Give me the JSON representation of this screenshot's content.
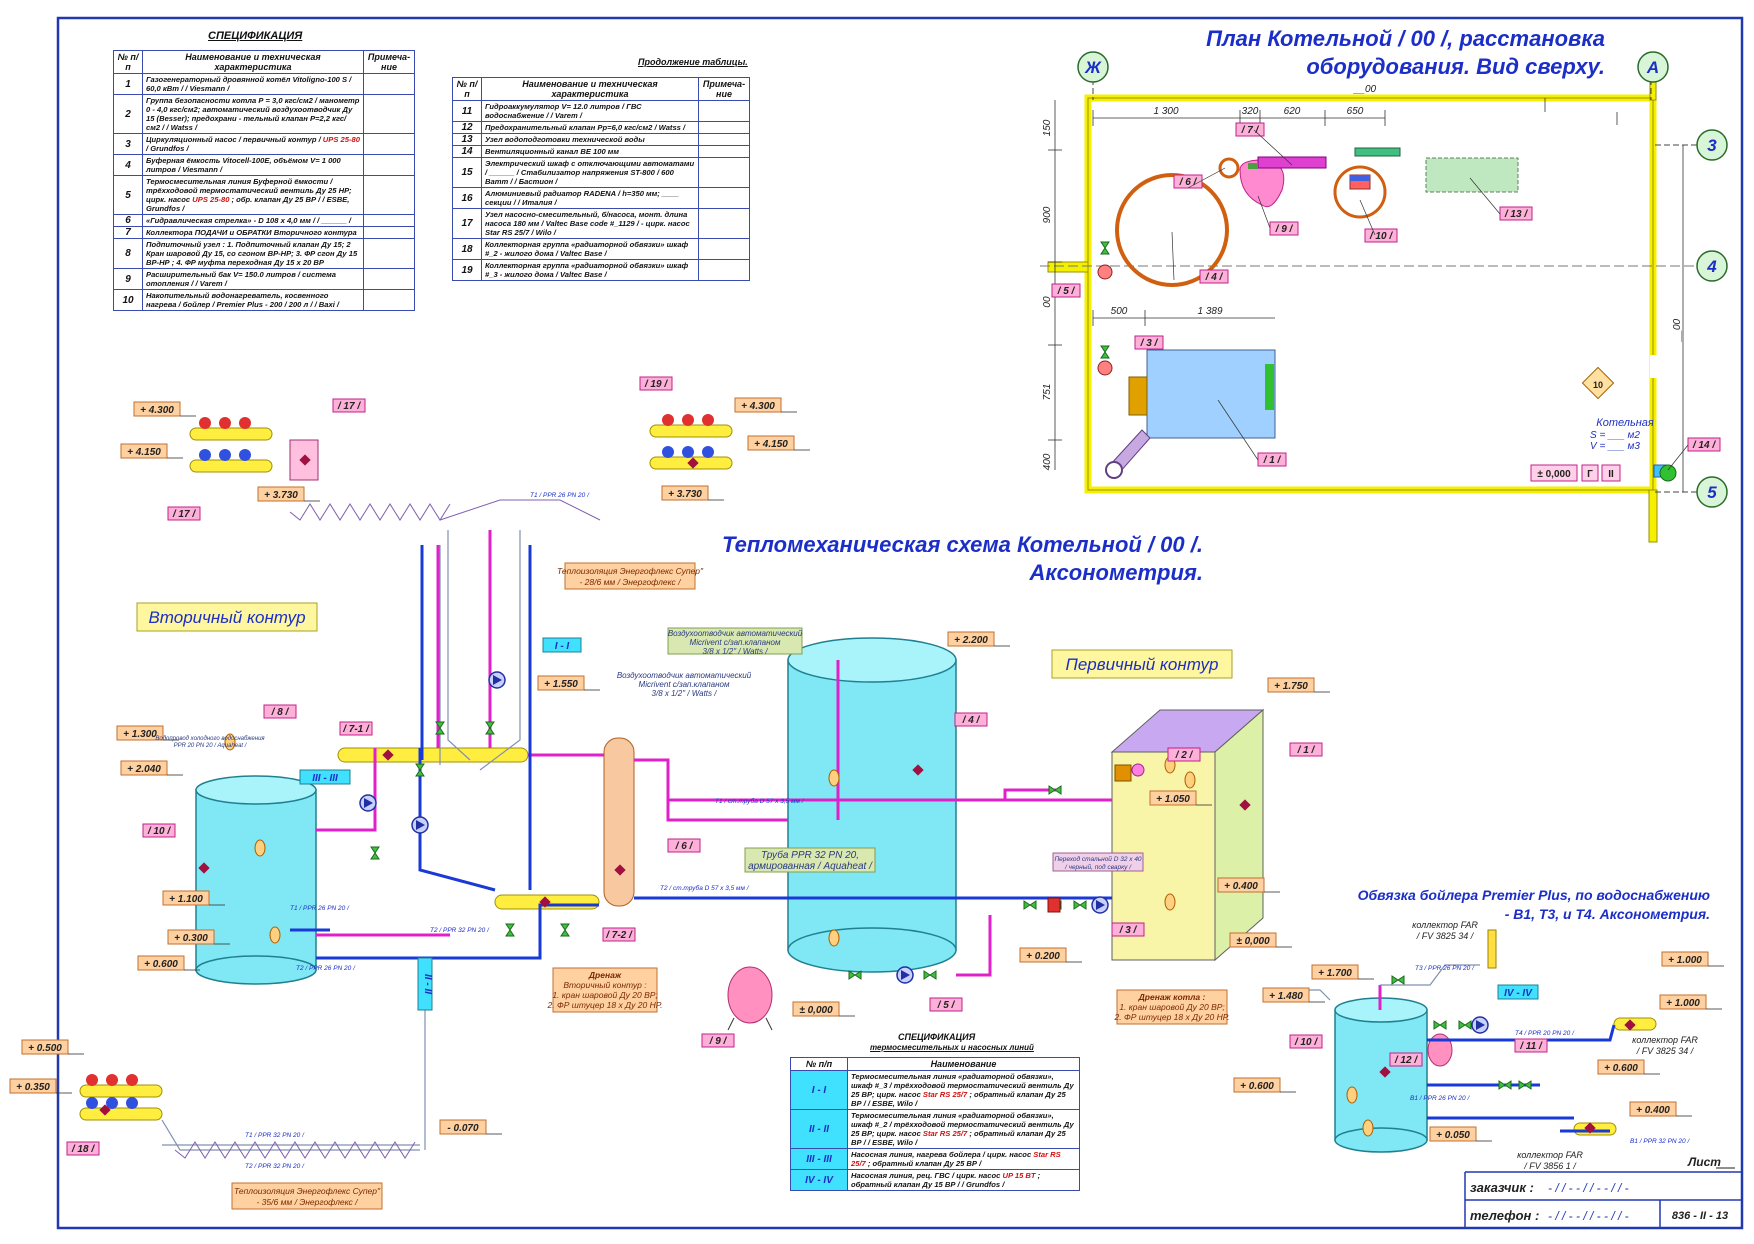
{
  "titles": {
    "plan": [
      "План Котельной / 00 /, расстановка",
      "оборудования. Вид сверху."
    ],
    "scheme": [
      "Тепломеханическая схема Котельной / 00 /.",
      "Аксонометрия."
    ],
    "bind_scheme": [
      "Обвязка бойлера Premier Plus, по водоснабжению",
      "- В1, Т3, и Т4. Аксонометрия."
    ],
    "secondary": "Вторичный контур",
    "primary": "Первичный контур"
  },
  "spec": {
    "title": "СПЕЦИФИКАЦИЯ",
    "h_num": "№ п/п",
    "h_name": "Наименование и техническая характеристика",
    "h_note": "Примеча- ние",
    "rows": [
      {
        "n": "1",
        "t": "Газогенераторный дровянной котёл Vitoligno-100 S / 60,0 кВт / / Viesmann /"
      },
      {
        "n": "2",
        "t": "Группа безопасности котла Р = 3,0 кгс/см2 / манометр 0 - 4,0 кгс/см2; автоматический воздухоотводчик Ду 15 (Besser); предохрани - тельный клапан Р=2,2 кгс/см2 / / Watss /"
      },
      {
        "n": "3",
        "t": "Циркуляционный насос / первичный контур /",
        "r": "UPS 25-80",
        "t2": "/ Grundfos /"
      },
      {
        "n": "4",
        "t": "Буферная ёмкость Vitocell-100E, объёмом V= 1 000 литров / Viesmann /"
      },
      {
        "n": "5",
        "t": "Термосмесительная линия Буферной ёмкости / трёхходовой термостатический вентиль Ду 25 НР; цирк. насос",
        "r": "UPS 25-80",
        "t2": "; обр. клапан Ду 25 ВР / / ESBE, Grundfos /"
      },
      {
        "n": "6",
        "t": "«Гидравлическая стрелка» - D 108 х 4,0 мм / / ______ /"
      },
      {
        "n": "7",
        "t": "Коллектора ПОДАЧИ и ОБРАТКИ Вторичного контура"
      },
      {
        "n": "8",
        "t": "Подпиточный узел : 1. Подпиточный клапан Ду 15; 2 Кран шаровой Ду 15, со сгоном ВР-НР; 3. ФР сгон Ду 15 ВР-НР ; 4. ФР муфта переходная Ду 15 х 20 ВР"
      },
      {
        "n": "9",
        "t": "Расширительный бак V= 150.0 литров / система отопления / / Varem /"
      },
      {
        "n": "10",
        "t": "Накопительный водонагреватель, косвенного нагрева / бойлер / Premier Plus - 200 / 200 л / / Baxi /"
      }
    ]
  },
  "spec2": {
    "title": "Продолжение таблицы.",
    "h_num": "№ п/п",
    "h_name": "Наименование и техническая характеристика",
    "h_note": "Примеча- ние",
    "rows": [
      {
        "n": "11",
        "t": "Гидроаккумулятор V= 12.0 литров / ГВС водоснабжение / / Varem /"
      },
      {
        "n": "12",
        "t": "Предохранительный клапан Pp=6,0 кгс/см2 / Watss /"
      },
      {
        "n": "13",
        "t": "Узел водоподготовки технической воды"
      },
      {
        "n": "14",
        "t": "Вентиляционный канал ВЕ 100 мм"
      },
      {
        "n": "15",
        "t": "Электрический шкаф с отключающими автоматами / ______ / Стабилизатор напряжения ST-800 / 600 Ватт / / Бастион /"
      },
      {
        "n": "16",
        "t": "Алюминиевый радиатор RADENA / h=350 мм; ____ секции / / Италия /"
      },
      {
        "n": "17",
        "t": "Узел насосно-смесительный, б/насоса, монт. длина насоса 180 мм / Valtec Base code #_1129 / - цирк. насос Star RS 25/7 / Wilo /"
      },
      {
        "n": "18",
        "t": "Коллекторная группа «радиаторной обвязки» шкаф #_2 - жилого дома / Valtec Base /"
      },
      {
        "n": "19",
        "t": "Коллекторная группа «радиаторной обвязки» шкаф #_3 - жилого дома / Valtec Base /"
      }
    ]
  },
  "spec3": {
    "title": "СПЕЦИФИКАЦИЯ",
    "subtitle": "термосмесительных и насосных линий",
    "h_num": "№ п/п",
    "h_name": "Наименование",
    "rows": [
      {
        "n": "I - I",
        "t": "Термосмесительная линия «радиаторной обвязки», шкаф #_3 / трёхходовой термостатический вентиль Ду 25 ВР; цирк. насос",
        "r": "Star RS 25/7",
        "t2": "; обратный клапан Ду 25 ВР / / ESBE, Wilo /"
      },
      {
        "n": "II - II",
        "t": "Термосмесительная линия «радиаторной обвязки», шкаф #_2 / трёхходовой термостатический вентиль Ду 25 ВР; цирк. насос",
        "r": "Star RS 25/7",
        "t2": "; обратный клапан Ду 25 ВР / / ESBE, Wilo /"
      },
      {
        "n": "III - III",
        "t": "Насосная линия, нагрева бойлера / цирк. насос",
        "r": "Star RS 25/7",
        "t2": "; обратный клапан Ду 25 ВР /"
      },
      {
        "n": "IV - IV",
        "t": "Насосная линия, рец. ГВС / цирк. насос",
        "r": "UP 15 BT",
        "t2": "; обратный клапан Ду 15 ВР / / Grundfos /"
      }
    ]
  },
  "plan": {
    "axes": [
      "Ж",
      "А",
      "3",
      "4",
      "5"
    ],
    "dims": [
      "1 300",
      "320",
      "620",
      "650",
      "500",
      "1 389",
      "150",
      "900",
      "00",
      "751",
      "400",
      "__00"
    ],
    "tags": [
      "/ 7 /",
      "/ 6 /",
      "/ 9 /",
      "/ 10 /",
      "/ 13 /",
      "/ 4 /",
      "/ 5 /",
      "/ 3 /",
      "/ 1 /",
      "/ 14 /",
      "10"
    ],
    "room": [
      "Котельная",
      "S = ___ м2",
      "V = ___ м3"
    ],
    "level": "± 0,000",
    "lvlG": "Г",
    "lvlII": "II"
  },
  "levels": [
    "+ 4.300",
    "+ 4.150",
    "+ 3.730",
    "+ 4.300",
    "+ 4.150",
    "+ 3.730",
    "+ 1.550",
    "+ 2.200",
    "+ 1.750",
    "+ 1.300",
    "+ 2.040",
    "+ 1.100",
    "+ 0.300",
    "+ 0.600",
    "+ 1.050",
    "+ 0.400",
    "± 0,000",
    "+ 0.200",
    "± 0,000",
    "- 0.070",
    "+ 0.500",
    "+ 0.350",
    "+ 1.700",
    "+ 1.480",
    "+ 1.000",
    "+ 1.000",
    "+ 0.600",
    "+ 0.600",
    "+ 0.400",
    "+ 0.050"
  ],
  "tags": [
    "/ 17 /",
    "/ 17 /",
    "/ 19 /",
    "/ 8 /",
    "/ 7-1 /",
    "/ 10 /",
    "/ 6 /",
    "/ 4 /",
    "/ 7-2 /",
    "/ 2 /",
    "/ 1 /",
    "/ 3 /",
    "/ 5 /",
    "/ 9 /",
    "/ 18 /",
    "/ 10 /",
    "/ 12 /",
    "/ 11 /"
  ],
  "roman": [
    "I - I",
    "III - III",
    "II - II",
    "IV - IV"
  ],
  "notes": {
    "insul1": [
      "Теплоизоляция Энергофлекс Супер\"",
      "- 28/6 мм / Энергофлекс /"
    ],
    "insul2": [
      "Теплоизоляция Энергофлекс Супер\"",
      "- 35/6 мм / Энергофлекс /"
    ],
    "air1": [
      "Воздухоотводчик автоматический",
      "Micrivent с/зап.клапаном",
      "3/8 х 1/2\" / Watts /"
    ],
    "air2": [
      "Воздухоотводчик автоматический",
      "Micrivent с/зап.клапаном",
      "3/8 х 1/2\" / Watts /"
    ],
    "pipe": [
      "Труба PPR 32 PN 20,",
      "армированная / Aquaheat /"
    ],
    "drain1": [
      "Дренаж",
      "Вторичный контур :",
      "1. кран шаровой Ду 20 ВР;",
      "2. ФР штуцер 18 х Ду 20 НР."
    ],
    "drain2": [
      "Дренаж котла :",
      "1. кран шаровой Ду 20 ВР;",
      "2. ФР штуцер 18 х Ду 20 НР."
    ],
    "makeup": [
      "Водопровод холодного водоснабжения",
      "PPR 20 PN 20 / Aquaheat /"
    ],
    "transition": [
      "Переход стальной D 32 х 40",
      "/ черный, под сварку /"
    ],
    "coll1": [
      "коллектор FAR",
      "/ FV 3825 34 /"
    ],
    "coll2": [
      "коллектор FAR",
      "/ FV 3825 34 /"
    ],
    "coll3": [
      "коллектор FAR",
      "/ FV 3856 1 /"
    ]
  },
  "pipes": [
    "T1 / PPR 26 PN 20 /",
    "T1 / ст.труба D 57 х 3,5 мм /",
    "T2 / ст.труба D 57 х 3,5 мм /",
    "T1 / PPR 26 PN 20 /",
    "T2 / PPR 32 PN 20 /",
    "T2 / PPR 26 PN 20 /",
    "T1 / PPR 32 PN 20 /",
    "T2 / PPR 32 PN 20 /",
    "T3 / PPR 26 PN 20 /",
    "T4 / PPR 20 PN 20 /",
    "B1 / PPR 26 PN 20 /",
    "B1 / PPR 32 PN 20 /"
  ],
  "title_block": {
    "sheet": "Лист",
    "customer_lbl": "заказчик :",
    "customer_val": "- / / - - / / - - / / -",
    "phone_lbl": "телефон :",
    "phone_val": "- / / - - / / - - / / -",
    "code": "836 - II - 13"
  },
  "colors": {
    "frame": "#2038b0",
    "title": "#1c2ec8",
    "pipe_blue": "#1a3ad8",
    "pipe_magenta": "#e020c8",
    "tank": "#7fe8f4",
    "tag": "#ffb0d8",
    "level": "#ffd0a0",
    "wall": "#f5ef00"
  }
}
